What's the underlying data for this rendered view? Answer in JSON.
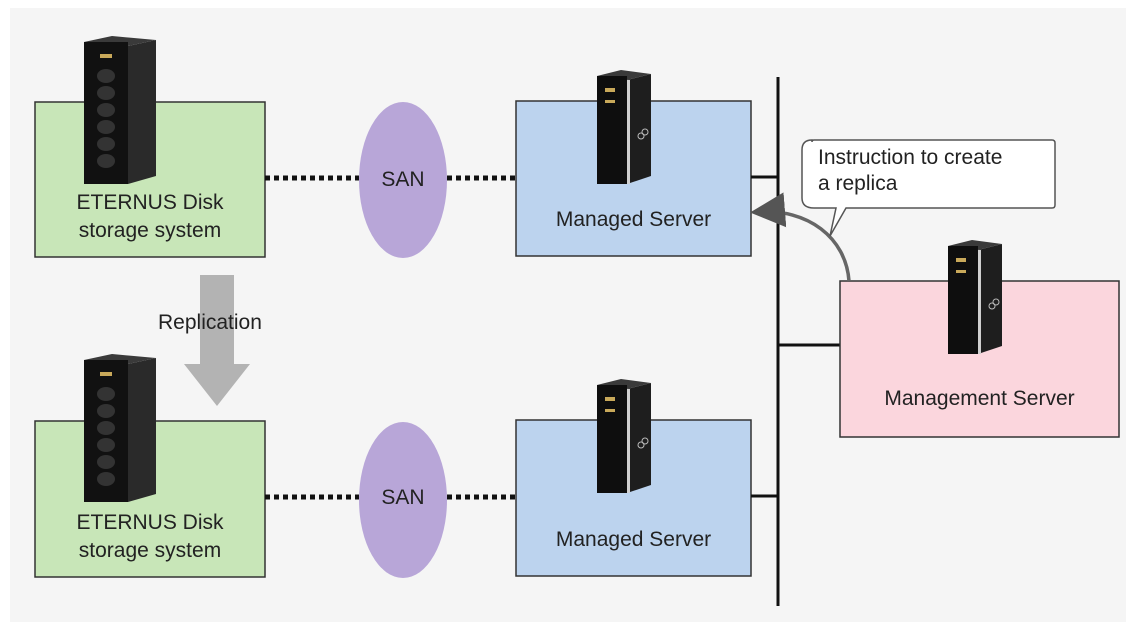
{
  "diagram": {
    "storage_top": {
      "line1": "ETERNUS Disk",
      "line2": "storage system"
    },
    "storage_bottom": {
      "line1": "ETERNUS Disk",
      "line2": "storage system"
    },
    "san_top": "SAN",
    "san_bottom": "SAN",
    "managed_server_top": "Managed Server",
    "managed_server_bottom": "Managed Server",
    "management_server": "Management Server",
    "replication": "Replication",
    "callout": {
      "line1": "Instruction to create",
      "line2": "a replica"
    }
  },
  "colors": {
    "background": "#f5f5f5",
    "storage_fill": "#c8e6b8",
    "san_fill": "#b8a6d8",
    "managed_server_fill": "#bcd3ee",
    "management_server_fill": "#fbd6dd",
    "arrow_gray": "#b3b3b3",
    "line": "#1a1a1a"
  }
}
